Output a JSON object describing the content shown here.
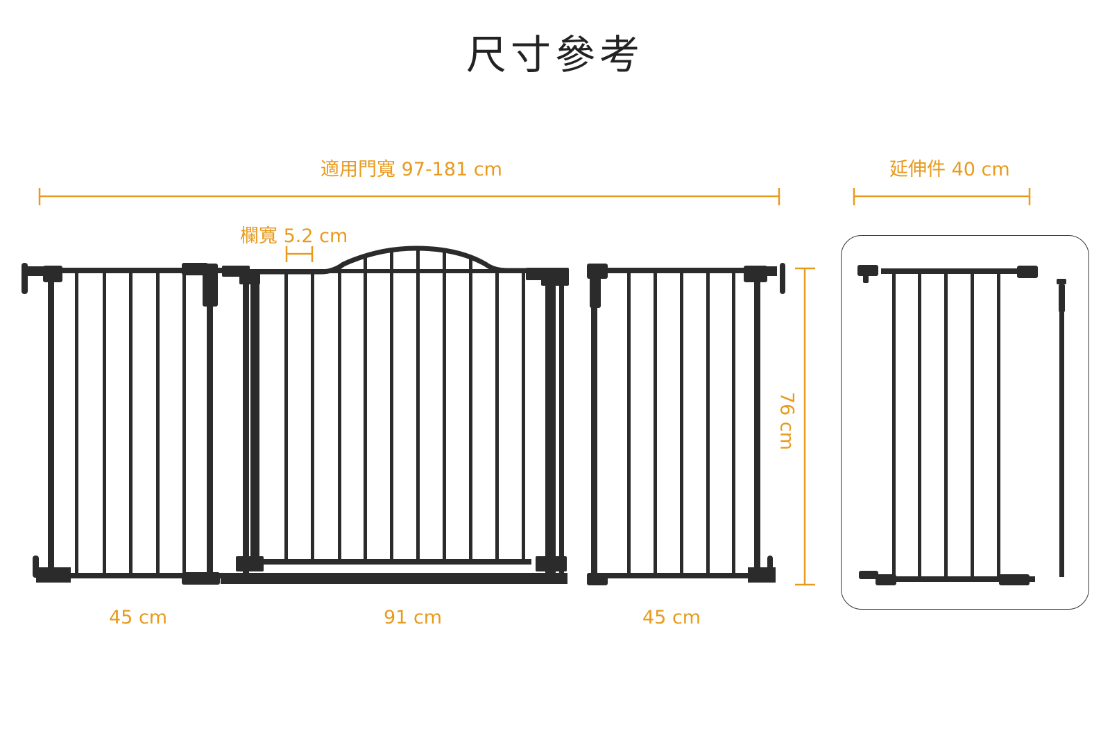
{
  "title": "尺寸參考",
  "colors": {
    "accent": "#E89A1C",
    "gate": "#2b2b2b",
    "title": "#222222",
    "background": "#ffffff"
  },
  "dimensions": {
    "door_width": "適用門寬 97-181 cm",
    "extension": "延伸件 40 cm",
    "bar_width": "欄寬 5.2 cm",
    "height": "76 cm",
    "left_panel": "45 cm",
    "middle_panel": "91 cm",
    "right_panel": "45 cm"
  }
}
